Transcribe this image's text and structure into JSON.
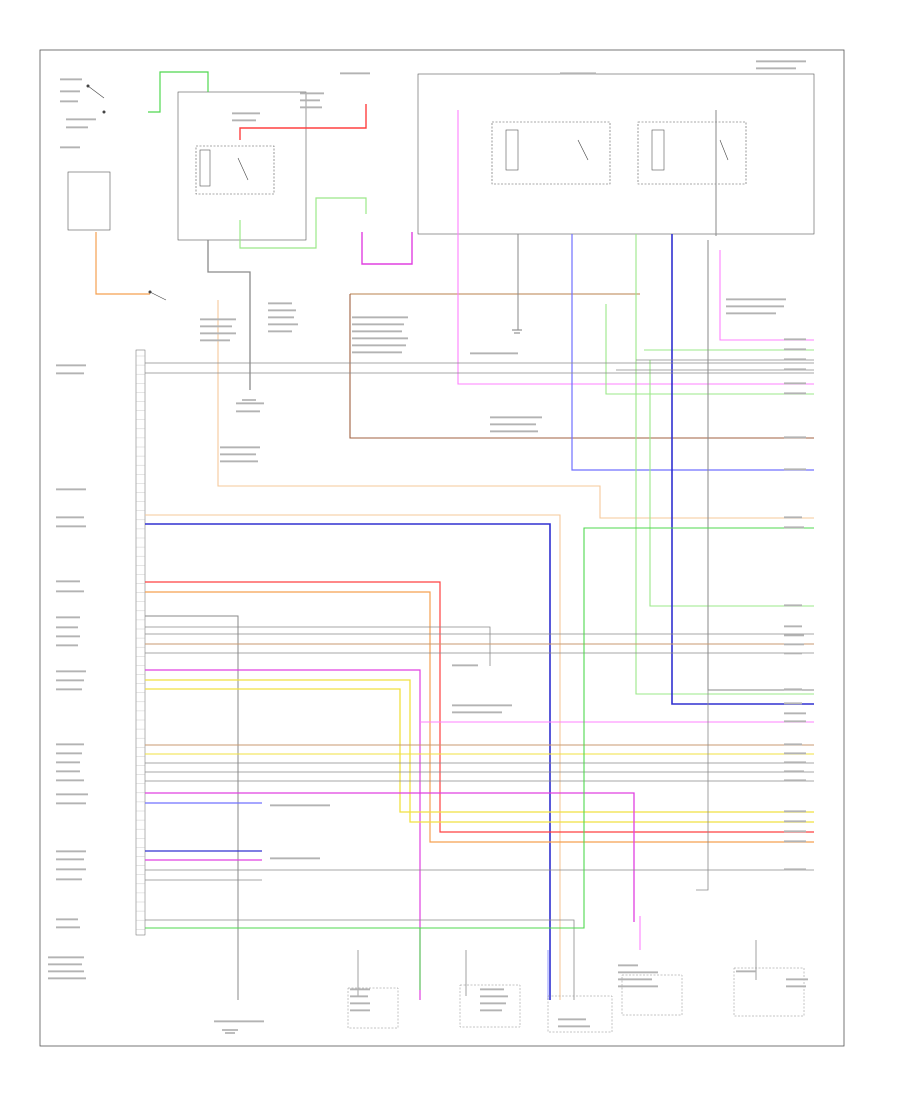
{
  "diagram": {
    "footer": "",
    "colors": {
      "black": "#3a3a3a",
      "gray": "#8a8a8a",
      "green": "#4fd84f",
      "lgreen": "#9be889",
      "red": "#ff4040",
      "orange": "#f5a050",
      "peach": "#f6c89a",
      "pink": "#ff80ff",
      "magenta": "#e040e0",
      "violet": "#7070ff",
      "blue": "#3030d0",
      "yellow": "#f0e040",
      "tan": "#c89a70",
      "brown": "#a06040",
      "salmon": "#f48a7a",
      "lblue": "#9aa0ff"
    },
    "pin_rows": [
      {
        "name": "",
        "wire": "",
        "color": "gray"
      },
      {
        "name": "",
        "wire": "",
        "color": "gray"
      },
      {
        "name": "",
        "wire": "",
        "color": "gray"
      }
    ]
  }
}
